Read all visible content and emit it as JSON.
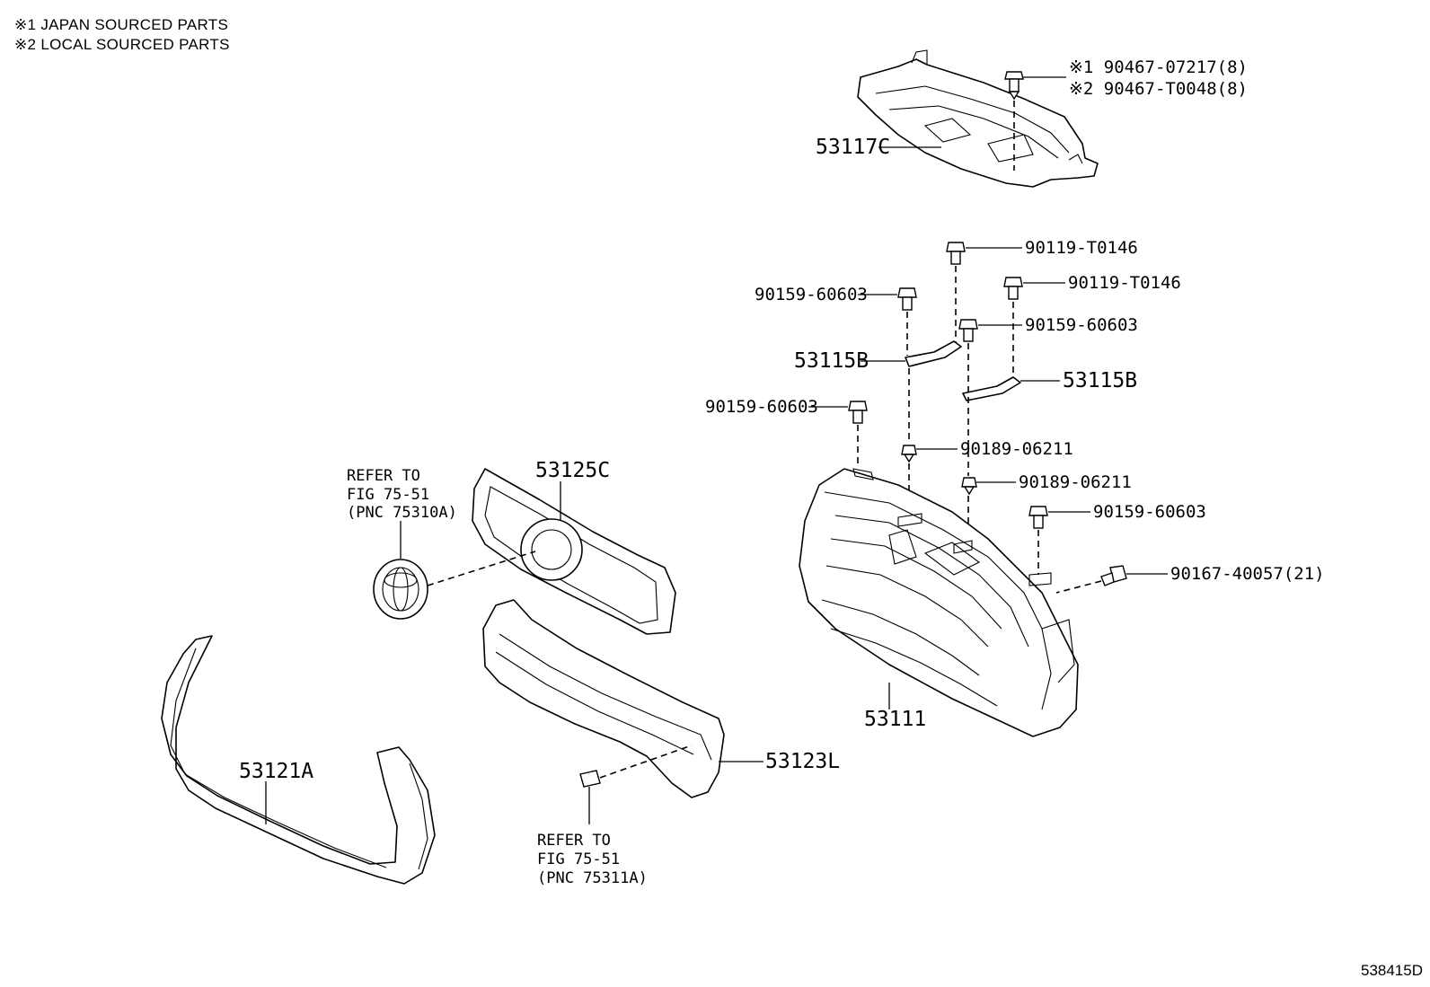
{
  "notes": [
    "※1 JAPAN SOURCED PARTS",
    "※2 LOCAL SOURCED PARTS"
  ],
  "callouts": {
    "c90467a": "※1 90467-07217(8)",
    "c90467b": "※2 90467-T0048(8)",
    "c53117C": "53117C",
    "c90119a": "90119-T0146",
    "c90119b": "90119-T0146",
    "c90159a": "90159-60603",
    "c90159b": "90159-60603",
    "c90159c": "90159-60603",
    "c90159d": "90159-60603",
    "c53115Ba": "53115B",
    "c53115Bb": "53115B",
    "c90189a": "90189-06211",
    "c90189b": "90189-06211",
    "c90167": "90167-40057(21)",
    "c53111": "53111",
    "c53125C": "53125C",
    "c53123L": "53123L",
    "c53121A": "53121A"
  },
  "refs": {
    "ref1": [
      "REFER TO",
      "FIG 75-51",
      "(PNC 75310A)"
    ],
    "ref2": [
      "REFER TO",
      "FIG 75-51",
      "(PNC 75311A)"
    ]
  },
  "illustration_number": "538415D"
}
